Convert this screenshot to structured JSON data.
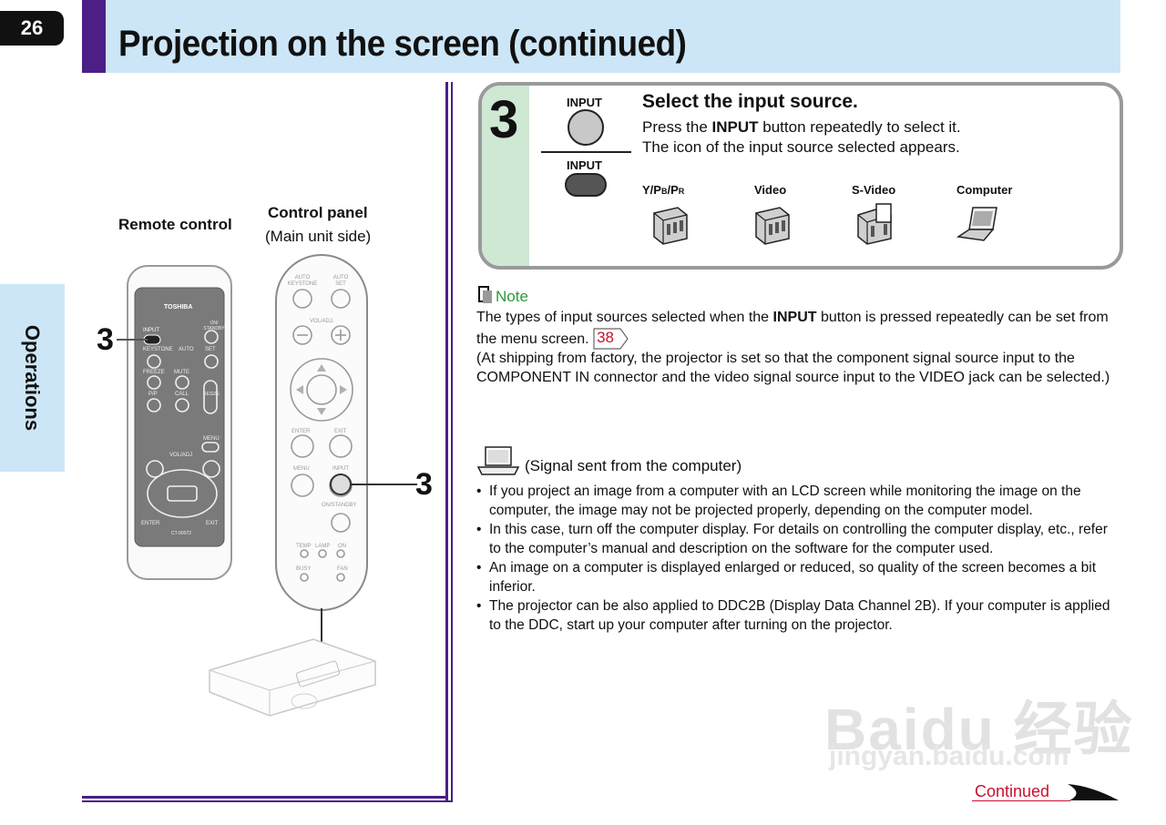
{
  "header": {
    "page_number": "26",
    "title": "Projection on the screen (continued)"
  },
  "side_tab": {
    "label": "Operations"
  },
  "left_panel": {
    "remote_label": "Remote control",
    "control_panel_label": "Control panel",
    "control_panel_sub": "(Main unit side)",
    "callout_remote": "3",
    "callout_panel": "3",
    "remote": {
      "brand": "TOSHIBA",
      "input": "INPUT",
      "on_standby": "ON/ STANDBY",
      "keystone": "KEYSTONE",
      "auto": "AUTO",
      "set": "SET",
      "freeze": "FREEZE",
      "mute": "MUTE",
      "pip": "P/P",
      "call": "CALL",
      "resize": "RESIZE",
      "menu": "MENU",
      "vol_adj": "VOL/ADJ",
      "enter": "ENTER",
      "exit": "EXIT",
      "model": "CT-90072"
    },
    "panel": {
      "auto_keystone": "AUTO KEYSTONE",
      "auto_set": "AUTO SET",
      "vol_adj": "VOL/ADJ.",
      "enter": "ENTER",
      "exit": "EXIT",
      "menu": "MENU",
      "input": "INPUT",
      "on_standby": "ON/STANDBY",
      "temp": "TEMP",
      "lamp": "LAMP",
      "on": "ON",
      "busy": "BUSY",
      "fan": "FAN"
    }
  },
  "step": {
    "number": "3",
    "input_label_top": "INPUT",
    "input_label_bottom": "INPUT",
    "heading": "Select the input source.",
    "line1_pre": "Press the ",
    "line1_bold": "INPUT",
    "line1_post": " button repeatedly to select it.",
    "line2": "The icon of the input source selected appears.",
    "sources": [
      {
        "label": "Y/PB/PR",
        "icon": "component-icon"
      },
      {
        "label": "Video",
        "icon": "video-icon"
      },
      {
        "label": "S-Video",
        "icon": "s-video-icon"
      },
      {
        "label": "Computer",
        "icon": "computer-icon"
      }
    ]
  },
  "note": {
    "heading": "Note",
    "p1_pre": "The types of input sources selected when the ",
    "p1_bold": "INPUT",
    "p1_post": " button is pressed repeatedly can be set from the menu screen.",
    "page_ref": "38",
    "p2": "(At shipping from factory, the projector is set so that the component signal source input to the COMPONENT IN connector and the video signal source input to the VIDEO jack can be selected.)"
  },
  "computer_section": {
    "heading": "(Signal sent from the computer)",
    "bullets": [
      "If you project an image from a computer with an LCD screen while monitoring the image on the computer, the image may not be projected properly, depending on the computer model.",
      "In this case, turn off the computer display. For details on controlling the computer display, etc., refer to the computer’s manual and description on the software for the computer used.",
      "An image on a computer is displayed enlarged or reduced, so quality of the screen becomes a bit inferior.",
      "The projector can be also applied to DDC2B (Display Data Channel 2B). If your computer is applied to the DDC, start up your computer after turning on the projector."
    ]
  },
  "footer": {
    "continued": "Continued"
  },
  "watermark": {
    "brand": "Baidu 经验",
    "url": "jingyan.baidu.com"
  },
  "colors": {
    "accent_purple": "#4b1f86",
    "header_blue": "#cde6f7",
    "step_green": "#cfe8d4",
    "note_green": "#2a9a3a",
    "link_red": "#c8102e"
  }
}
